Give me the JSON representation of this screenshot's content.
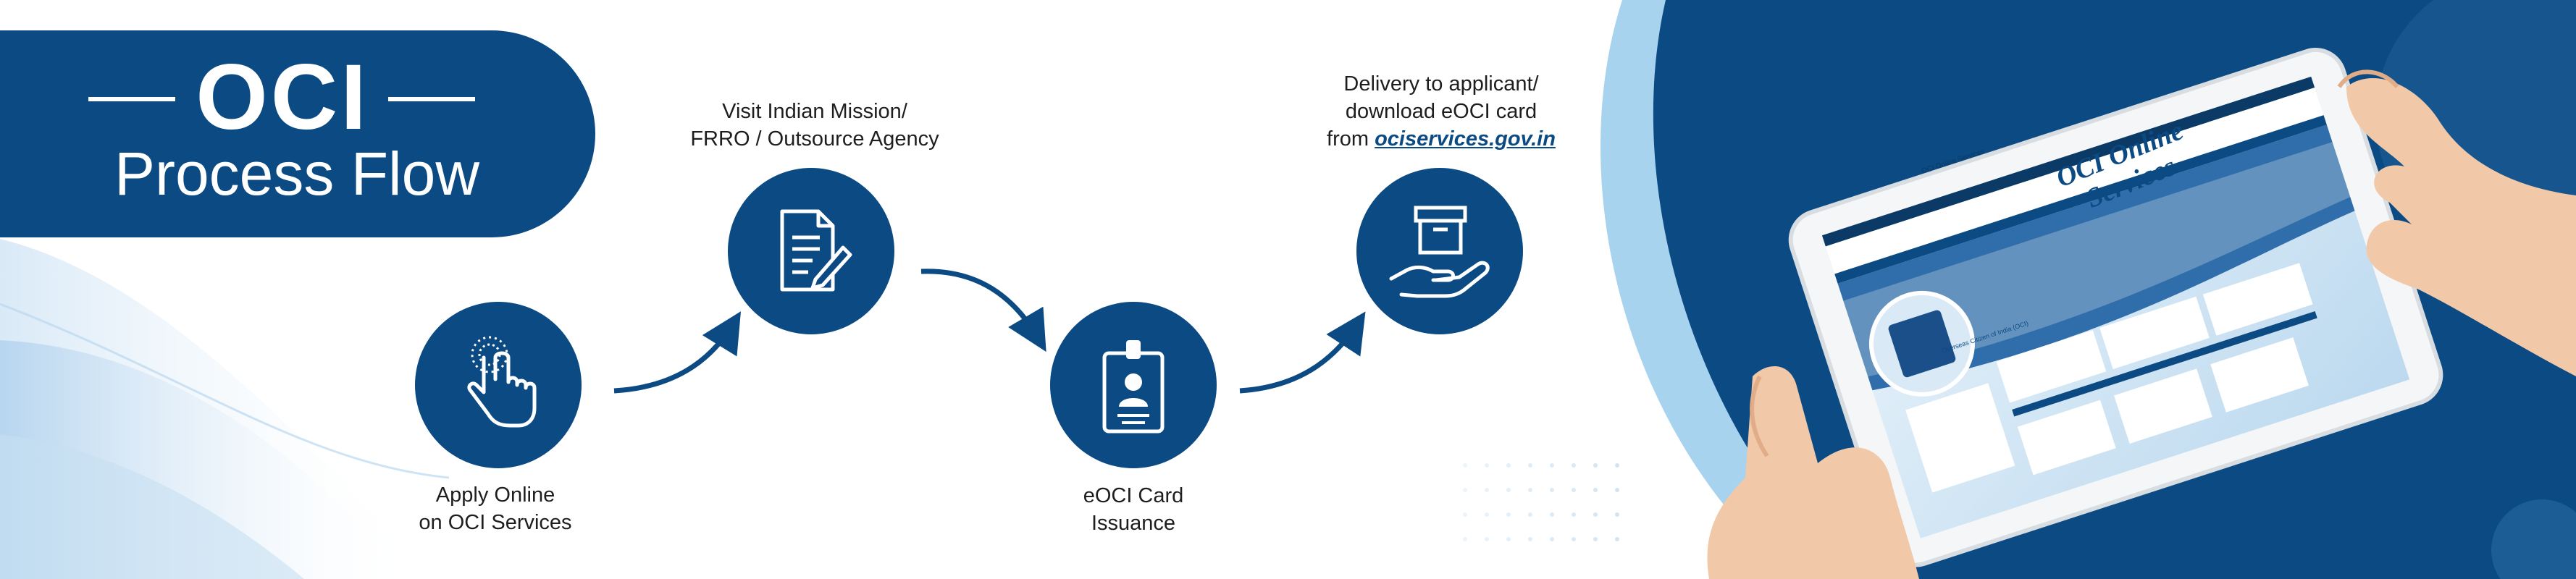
{
  "title": {
    "main": "OCI",
    "sub": "Process Flow"
  },
  "steps": [
    {
      "icon": "hand-pointer-icon",
      "lines": [
        "Apply Online",
        "on OCI Services"
      ]
    },
    {
      "icon": "document-pen-icon",
      "lines": [
        "Visit Indian Mission/",
        "FRRO / Outsource Agency"
      ]
    },
    {
      "icon": "id-card-icon",
      "lines": [
        "eOCI Card",
        "Issuance"
      ]
    },
    {
      "icon": "box-hand-icon",
      "lines": [
        "Delivery to applicant/",
        "download eOCI card"
      ],
      "prefix": "from ",
      "link": "ociservices.gov.in"
    }
  ],
  "tablet": {
    "site_title": "OCI Online Services",
    "banner_line1": "OCI Online",
    "banner_line2": "Services",
    "section_heading": "Overseas Citizen of India (OCI)"
  },
  "colors": {
    "brand_blue": "#0b4a83",
    "light_blue": "#cfe3f3",
    "text_dark": "#1e1e1e"
  }
}
